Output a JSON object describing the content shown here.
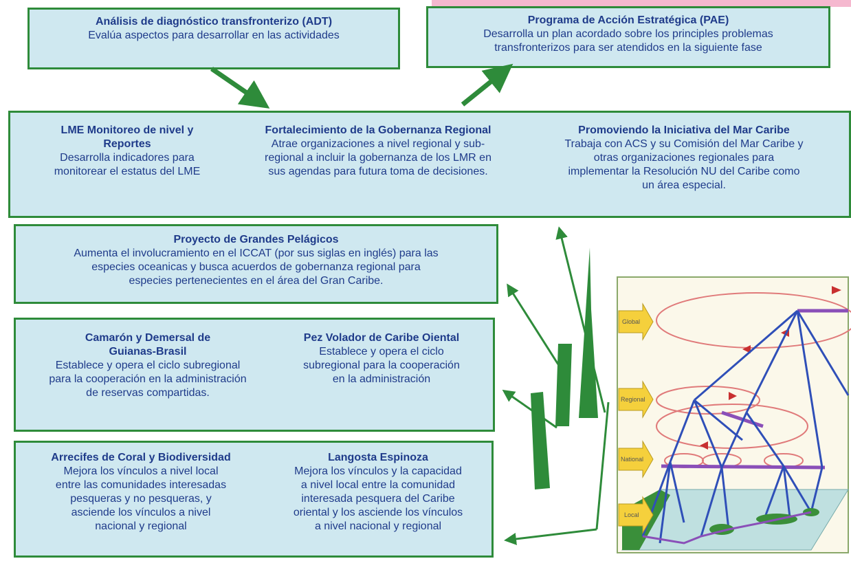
{
  "top": {
    "adt": {
      "title": "Análisis de diagnóstico transfronterizo (ADT)",
      "body": "Evalúa aspectos  para desarrollar en las actividades"
    },
    "pae": {
      "title": "Programa de Acción Estratégica (PAE)",
      "body": "Desarrolla un plan acordado sobre los principles problemas\ntransfronterizos para ser atendidos en la siguiente fase"
    }
  },
  "regional": [
    {
      "title": "LME Monitoreo de nivel y\nReportes",
      "body": "Desarrolla indicadores para\nmonitorear el estatus del LME"
    },
    {
      "title": "Fortalecimiento de la Gobernanza Regional",
      "body": "Atrae organizaciones a nivel regional y sub-\nregional a incluir la gobernanza de los LMR en\nsus agendas para futura toma de decisiones."
    },
    {
      "title": "Promoviendo la Iniciativa del Mar Caribe",
      "body": "Trabaja con ACS y su Comisión del Mar Caribe y\notras organizaciones regionales para\nimplementar la Resolución NU del Caribe  como\nun área especial."
    }
  ],
  "pelagicos": {
    "title": "Proyecto de Grandes Pelágicos",
    "body": "Aumenta el involucramiento en el ICCAT (por sus siglas en inglés) para las\nespecies oceanicas y busca acuerdos de gobernanza regional para\nespecies pertenecientes en el área del Gran Caribe."
  },
  "subregional": [
    {
      "title": "Camarón y Demersal de\nGuianas-Brasil",
      "body": "Establece y opera el ciclo subregional\npara la cooperación en la administración\nde reservas compartidas."
    },
    {
      "title": "Pez Volador de Caribe Oiental",
      "body": "Establece y opera el ciclo\nsubregional  para la cooperación\nen la administración"
    }
  ],
  "local": [
    {
      "title": "Arrecifes de Coral y Biodiversidad",
      "body": "Mejora los vínculos a nivel local\nentre las comunidades interesadas\npesqueras y no pesqueras, y\nasciende los vínculos a nivel\nnacional y regional"
    },
    {
      "title": "Langosta Espinoza",
      "body": "Mejora los vínculos y la capacidad\na nivel local entre la comunidad\ninteresada pesquera del Caribe\noriental y los asciende los vínculos\na nivel nacional y regional"
    }
  ],
  "tiers": [
    "Global",
    "Regional",
    "National",
    "Local"
  ],
  "colors": {
    "box_fill": "#cfe8f0",
    "border": "#2e8b3a",
    "text": "#1f3b8a",
    "network": "#2f4fb8",
    "loop": "#d9534f",
    "tier_arrow": "#f5d03c"
  }
}
